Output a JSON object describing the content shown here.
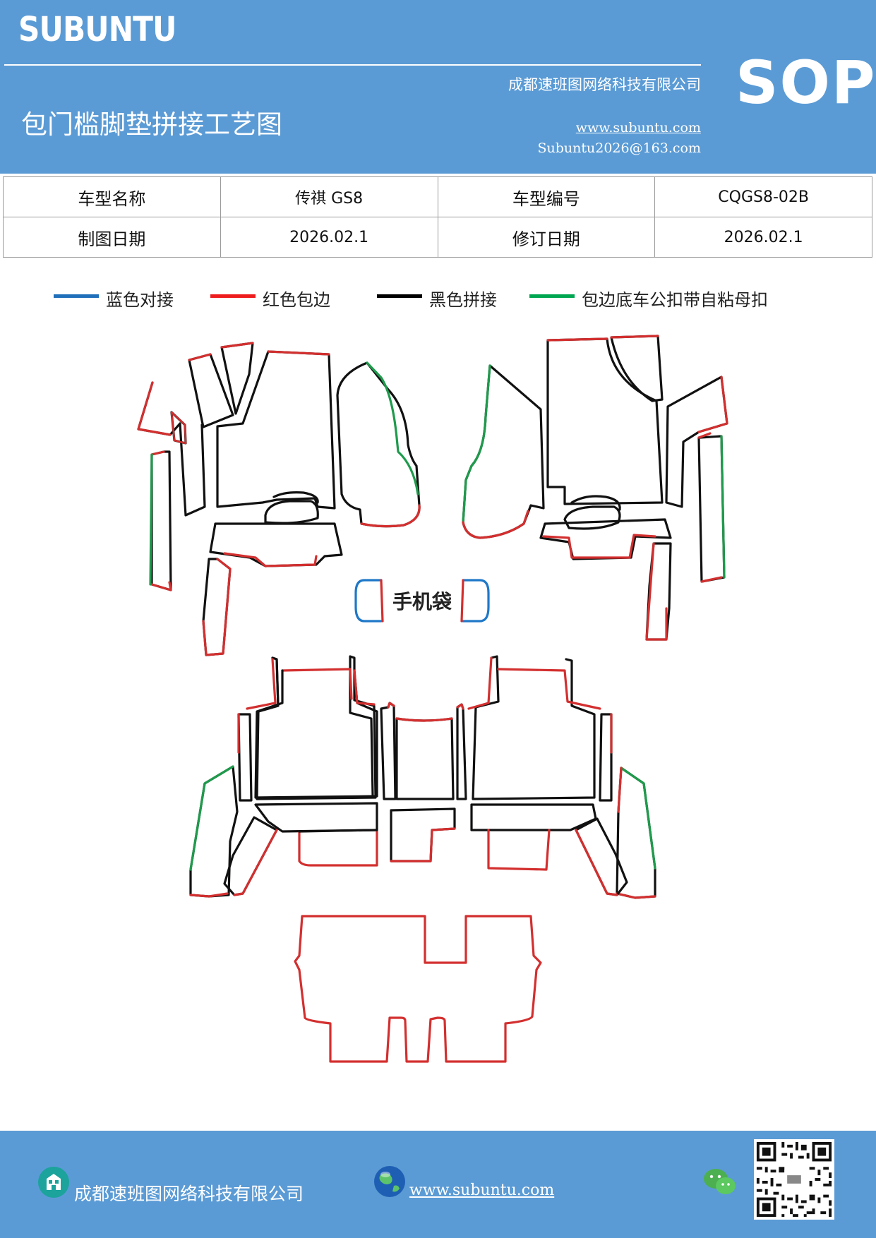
{
  "header": {
    "brand": "SUBUNTU",
    "badge": "SOP",
    "company": "成都速班图网络科技有限公司",
    "title": "包门槛脚垫拼接工艺图",
    "website": "www.subuntu.com",
    "email": "Subuntu2026@163.com"
  },
  "info_table": {
    "rows": [
      [
        "车型名称",
        "传祺 GS8",
        "车型编号",
        "CQGS8-02B"
      ],
      [
        "制图日期",
        "2026.02.1",
        "修订日期",
        "2026.02.1"
      ]
    ]
  },
  "legend": [
    {
      "label": "蓝色对接",
      "color": "#1f6fba"
    },
    {
      "label": "红色包边",
      "color": "#ee1c1c"
    },
    {
      "label": "黑色拼接",
      "color": "#000000"
    },
    {
      "label": "包边底车公扣带自粘母扣",
      "color": "#00a650"
    }
  ],
  "drawing": {
    "phone_pocket_label": "手机袋",
    "colors": {
      "red": "#d32f2f",
      "black": "#111111",
      "green": "#1e9b4c",
      "blue": "#1f78c8"
    }
  },
  "footer": {
    "company": "成都速班图网络科技有限公司",
    "website": "www.subuntu.com",
    "icons": [
      "company-icon",
      "globe-icon",
      "wechat-icon",
      "qr-code"
    ]
  }
}
